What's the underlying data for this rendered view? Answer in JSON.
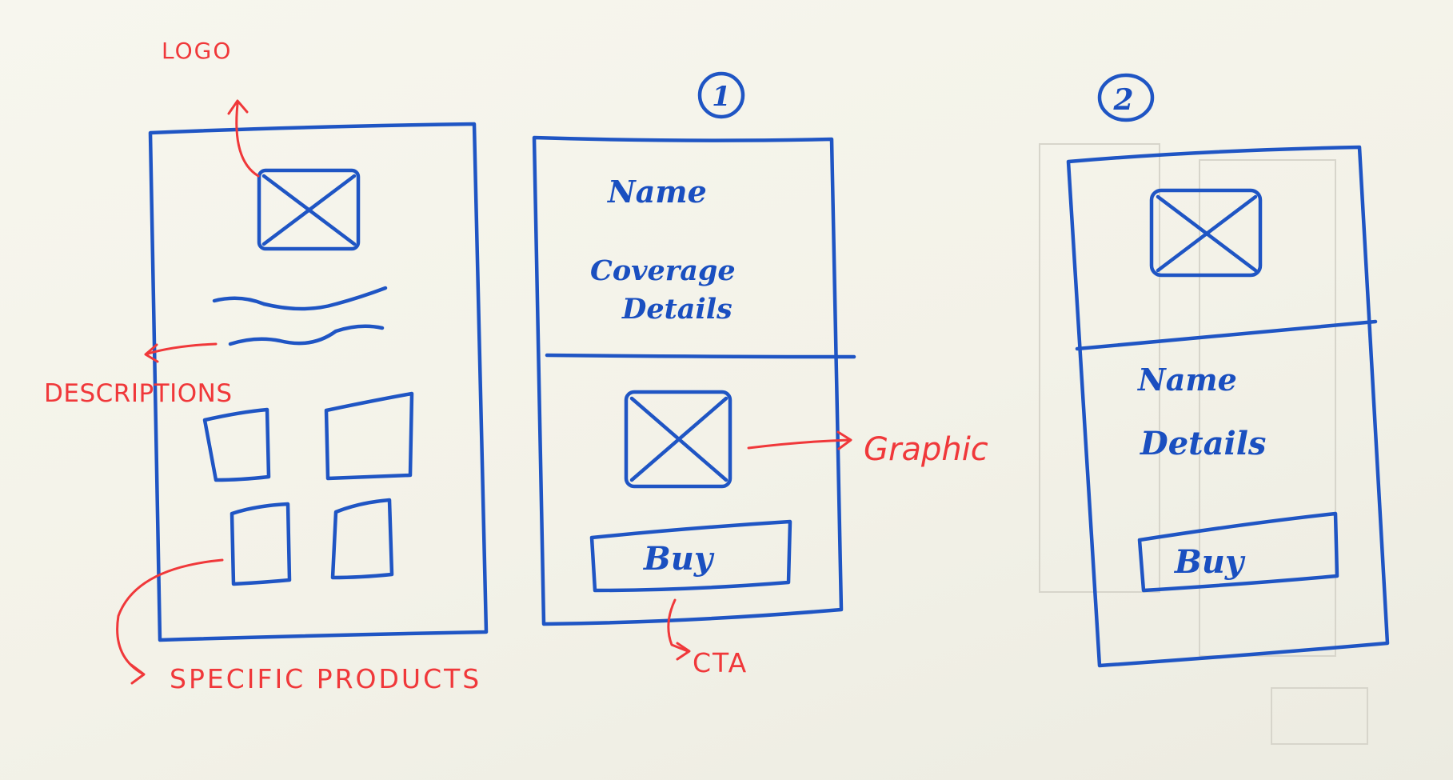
{
  "annotations": {
    "logo": "LOGO",
    "descriptions": "DESCRIPTIONS",
    "specific_products": "SPECIFIC PRODUCTS",
    "graphic": "Graphic",
    "cta": "CTA"
  },
  "wireframe_1": {
    "number": "1",
    "name": "Name",
    "coverage_line1": "Coverage",
    "coverage_line2": "Details",
    "button": "Buy"
  },
  "wireframe_2": {
    "number": "2",
    "name": "Name",
    "details": "Details",
    "button": "Buy"
  },
  "colors": {
    "paper": "#f5f4ec",
    "marker_blue": "#1f55c4",
    "marker_red": "#f0383a"
  }
}
